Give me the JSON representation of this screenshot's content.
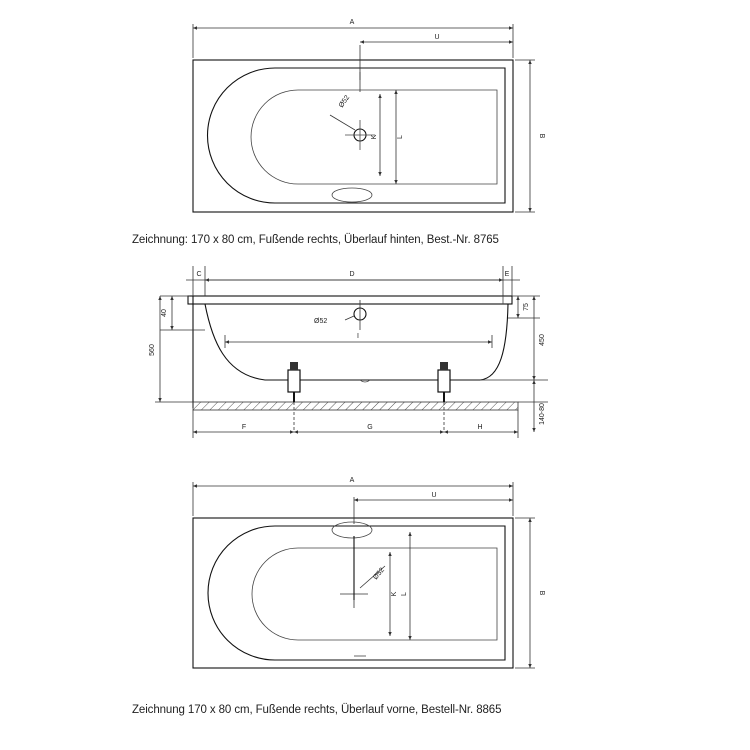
{
  "captions": {
    "top": "Zeichnung: 170 x 80 cm, Fußende rechts, Überlauf hinten, Best.-Nr. 8765",
    "bottom": "Zeichnung 170 x 80 cm, Fußende rechts, Überlauf vorne, Bestell-Nr. 8865"
  },
  "top_view_1": {
    "labels": {
      "A": "A",
      "U": "U",
      "B": "B",
      "K": "K",
      "L": "L",
      "drain": "Ø52"
    }
  },
  "side_view": {
    "labels": {
      "C": "C",
      "D": "D",
      "E": "E",
      "F": "F",
      "G": "G",
      "H": "H",
      "I": "I",
      "h40": "40",
      "h560": "560",
      "h75": "75",
      "h450": "450",
      "h140": "140-80",
      "drain": "Ø52"
    }
  },
  "top_view_2": {
    "labels": {
      "A": "A",
      "U": "U",
      "B": "B",
      "K": "K",
      "L": "L",
      "drain": "Ø52"
    }
  }
}
